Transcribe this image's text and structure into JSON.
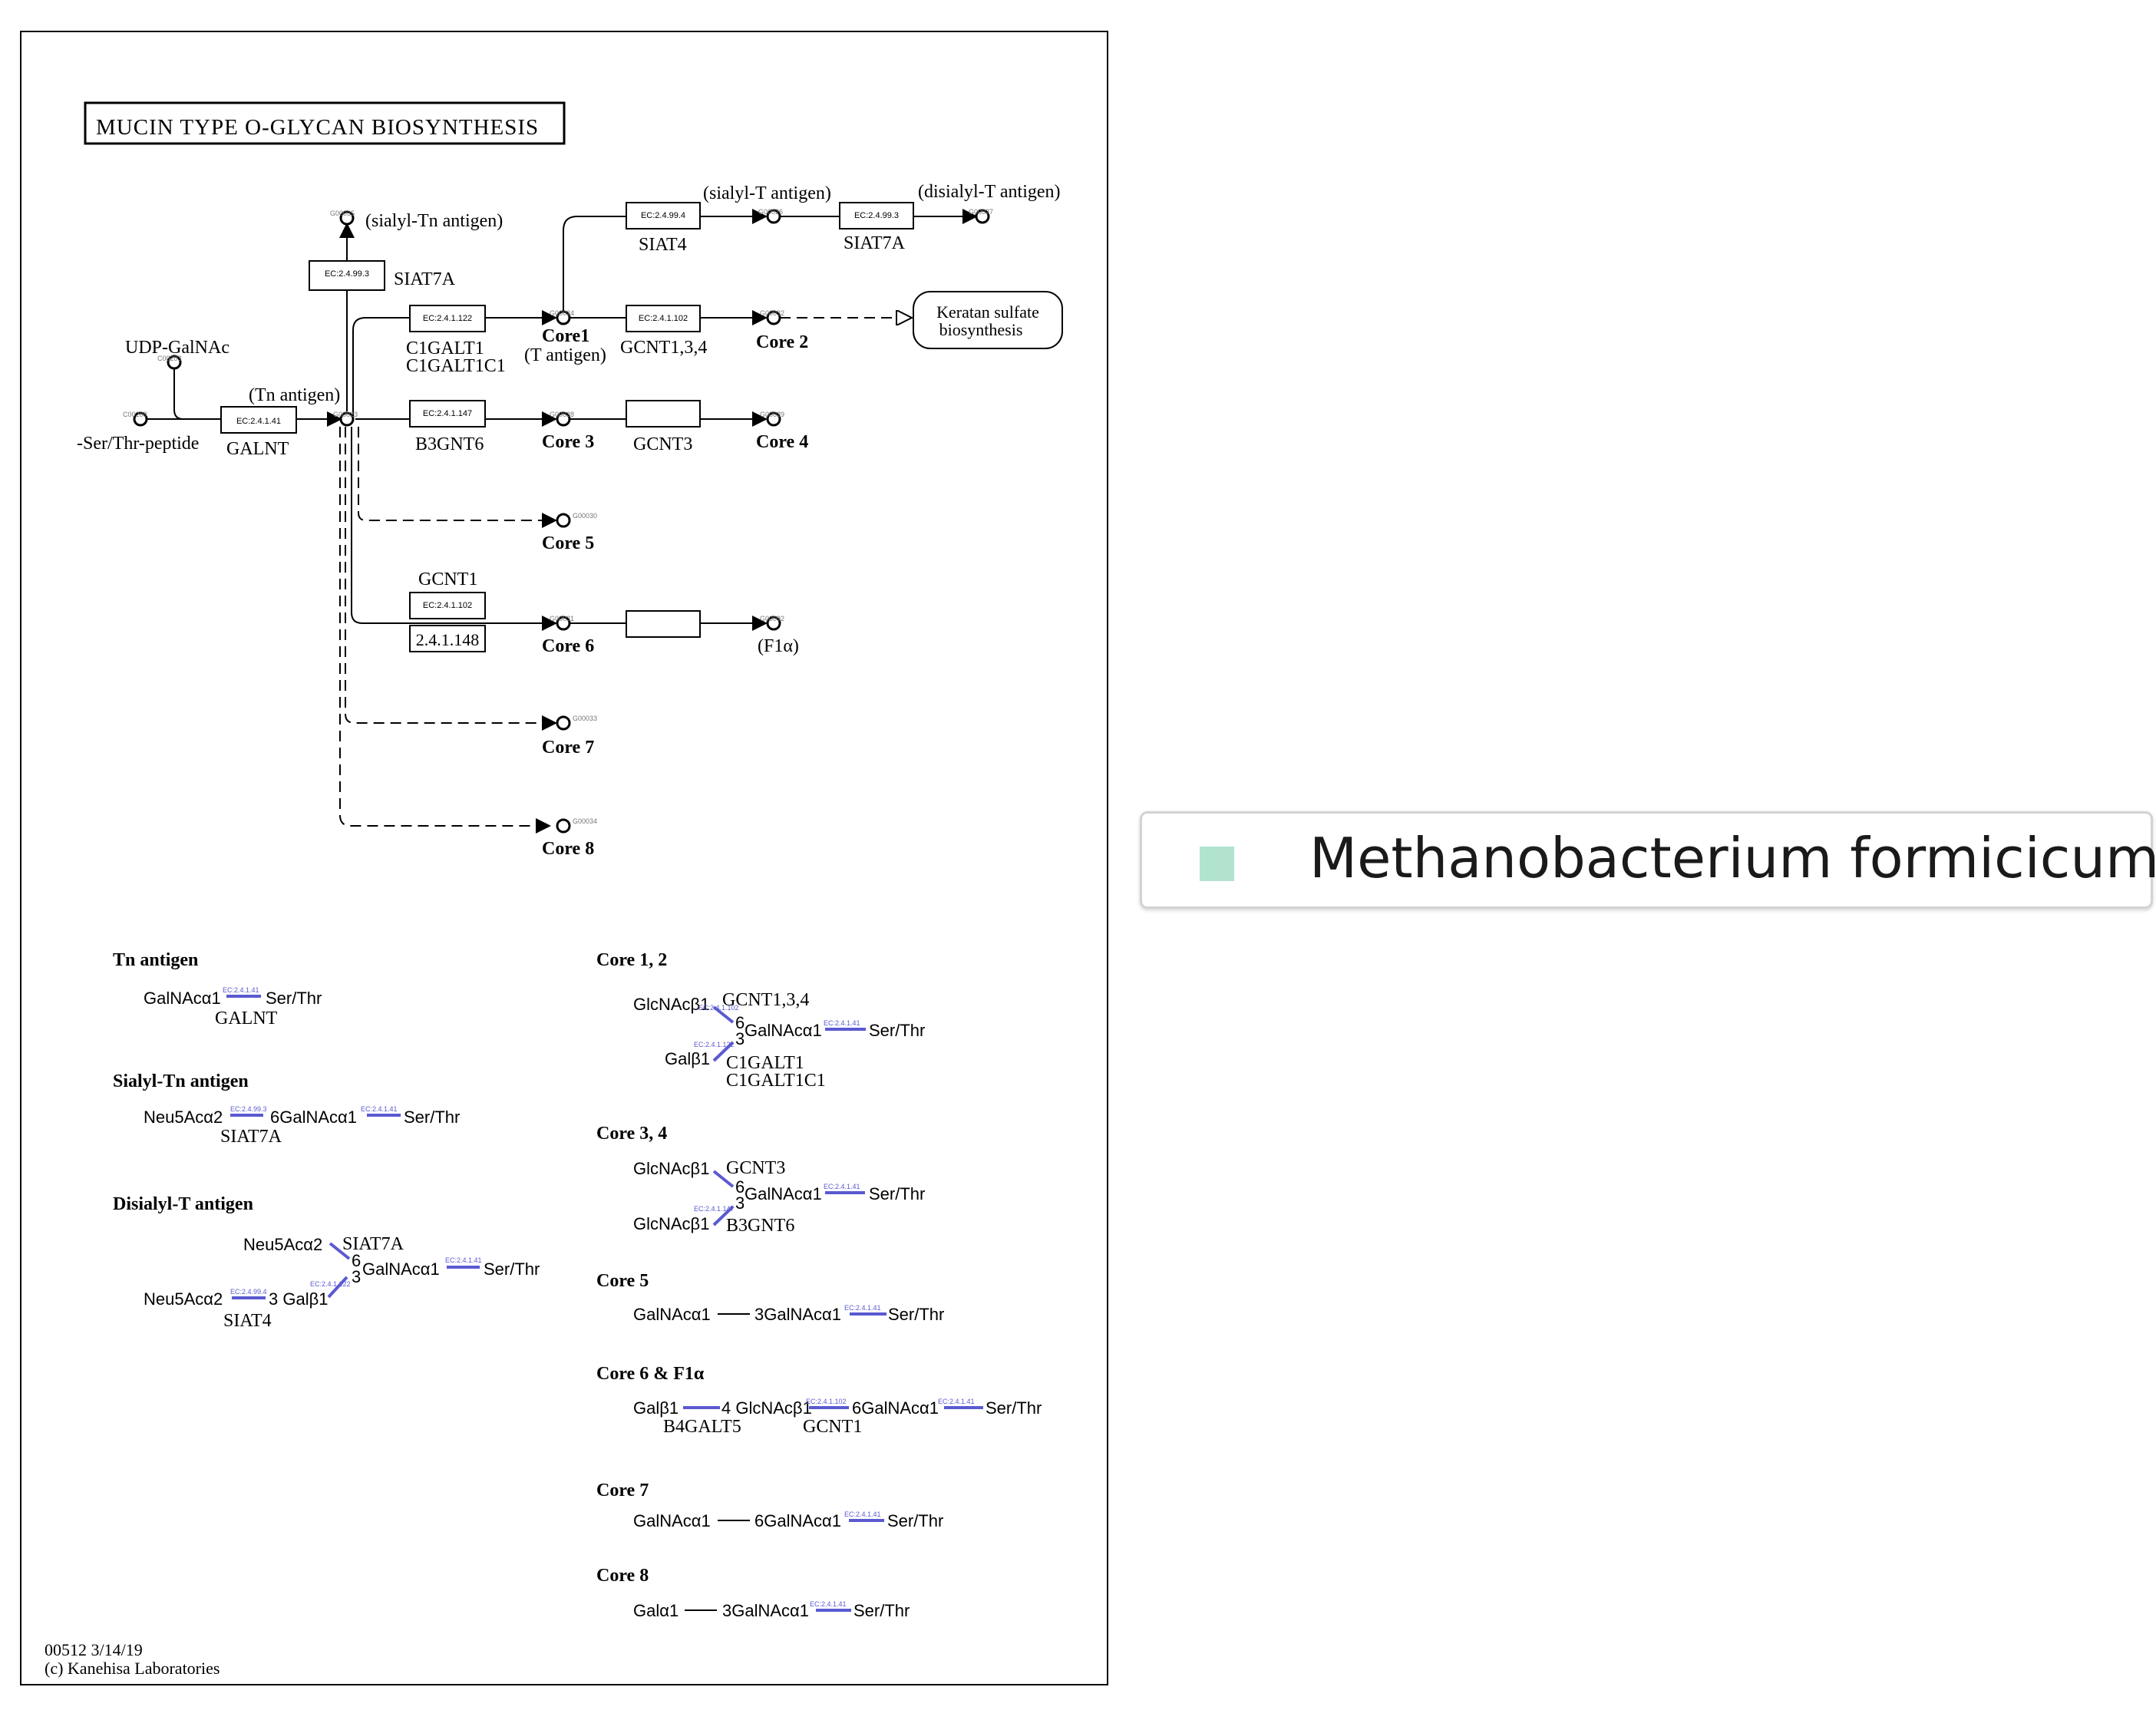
{
  "title": "MUCIN TYPE O-GLYCAN BIOSYNTHESIS",
  "footer": {
    "map_id": "00512 3/14/19",
    "copyright": "(c) Kanehisa Laboratories"
  },
  "colors": {
    "link": "#5a5ad2",
    "legend_swatch": "#b2e3cf",
    "border": "#000000"
  },
  "enzymes": {
    "galnt": {
      "ec": "EC:2.4.1.41",
      "gene": "GALNT"
    },
    "siat7a_top": {
      "ec": "EC:2.4.99.3",
      "gene": "SIAT7A"
    },
    "c1galt": {
      "ec": "EC:2.4.1.122",
      "gene1": "C1GALT1",
      "gene2": "C1GALT1C1"
    },
    "b3gnt6": {
      "ec": "EC:2.4.1.147",
      "gene": "B3GNT6"
    },
    "siat4": {
      "ec": "EC:2.4.99.4",
      "gene": "SIAT4"
    },
    "siat7a_right": {
      "ec": "EC:2.4.99.3",
      "gene": "SIAT7A"
    },
    "gcnt134": {
      "ec": "EC:2.4.1.102",
      "gene": "GCNT1,3,4"
    },
    "gcnt3": {
      "gene": "GCNT3"
    },
    "gcnt1": {
      "ec": "EC:2.4.1.102",
      "ec2": "2.4.1.148",
      "gene": "GCNT1"
    }
  },
  "compounds": {
    "udp_galnac": {
      "label": "UDP-GalNAc",
      "id": "C00203"
    },
    "ser_thr": {
      "label": "-Ser/Thr-peptide",
      "id": "C00209"
    },
    "tn": {
      "label": "(Tn antigen)",
      "id": "G00023"
    },
    "sialyl_tn": {
      "label": "(sialyl-Tn antigen)",
      "id": "G00035"
    },
    "core1": {
      "label": "Core1",
      "sub": "(T antigen)",
      "id": "G00024"
    },
    "sialyl_t": {
      "label": "(sialyl-T antigen)",
      "id": "G00026"
    },
    "disialyl_t": {
      "label": "(disialyl-T antigen)",
      "id": "G00027"
    },
    "core2": {
      "label": "Core 2",
      "id": "G00032"
    },
    "keratan": {
      "line1": "Keratan sulfate",
      "line2": "biosynthesis"
    },
    "core3": {
      "label": "Core 3",
      "id": "G00028"
    },
    "core4": {
      "label": "Core 4",
      "id": "G00029"
    },
    "core5": {
      "label": "Core 5",
      "id": "G00030"
    },
    "core6": {
      "label": "Core 6",
      "id": "G00031"
    },
    "f1a": {
      "label": "(F1α)",
      "id": "G00092"
    },
    "core7": {
      "label": "Core 7",
      "id": "G00033"
    },
    "core8": {
      "label": "Core 8",
      "id": "G00034"
    }
  },
  "structures": {
    "tn": {
      "heading": "Tn antigen",
      "left": "GalNAcα1",
      "right": "Ser/Thr",
      "ec": "EC:2.4.1.41",
      "gene": "GALNT"
    },
    "sialyl_tn": {
      "heading": "Sialyl-Tn antigen",
      "left": "Neu5Acα2",
      "ec1": "EC:2.4.99.3",
      "mid": "6GalNAcα1",
      "ec2": "EC:2.4.1.41",
      "right": "Ser/Thr",
      "gene": "SIAT7A"
    },
    "disialyl_t": {
      "heading": "Disialyl-T antigen",
      "top": "Neu5Acα2",
      "top_gene": "SIAT7A",
      "six": "6",
      "three": "3",
      "mid": "GalNAcα1",
      "ec_mid": "EC:2.4.1.41",
      "right": "Ser/Thr",
      "ec_gal": "EC:2.4.1.122",
      "bottom": "Neu5Acα2",
      "ec_bottom": "EC:2.4.99.4",
      "bottom_mid": "3 Galβ1",
      "bottom_gene": "SIAT4"
    },
    "core12": {
      "heading": "Core 1, 2",
      "top": "GlcNAcβ1",
      "top_gene": "GCNT1,3,4",
      "ec_top": "EC:2.4.1.102",
      "six": "6",
      "three": "3",
      "mid": "GalNAcα1",
      "ec_mid": "EC:2.4.1.41",
      "right": "Ser/Thr",
      "ec_bottom": "EC:2.4.1.122",
      "bottom": "Galβ1",
      "gene1": "C1GALT1",
      "gene2": "C1GALT1C1"
    },
    "core34": {
      "heading": "Core 3, 4",
      "top": "GlcNAcβ1",
      "top_gene": "GCNT3",
      "six": "6",
      "three": "3",
      "mid": "GalNAcα1",
      "ec_mid": "EC:2.4.1.41",
      "right": "Ser/Thr",
      "ec_bottom": "EC:2.4.1.147",
      "bottom": "GlcNAcβ1",
      "bottom_gene": "B3GNT6"
    },
    "core5": {
      "heading": "Core 5",
      "left": "GalNAcα1",
      "mid": "3GalNAcα1",
      "ec": "EC:2.4.1.41",
      "right": "Ser/Thr"
    },
    "core6": {
      "heading": "Core 6 & F1α",
      "left": "Galβ1",
      "mid1": "4 GlcNAcβ1",
      "ec1": "EC:2.4.1.102",
      "mid2": "6GalNAcα1",
      "ec2": "EC:2.4.1.41",
      "right": "Ser/Thr",
      "gene1": "B4GALT5",
      "gene2": "GCNT1"
    },
    "core7": {
      "heading": "Core 7",
      "left": "GalNAcα1",
      "mid": "6GalNAcα1",
      "ec": "EC:2.4.1.41",
      "right": "Ser/Thr"
    },
    "core8": {
      "heading": "Core 8",
      "left": "Galα1",
      "mid": "3GalNAcα1",
      "ec": "EC:2.4.1.41",
      "right": "Ser/Thr"
    }
  },
  "legend": {
    "label": "Methanobacterium formicicum",
    "swatch_color": "#b2e3cf"
  }
}
